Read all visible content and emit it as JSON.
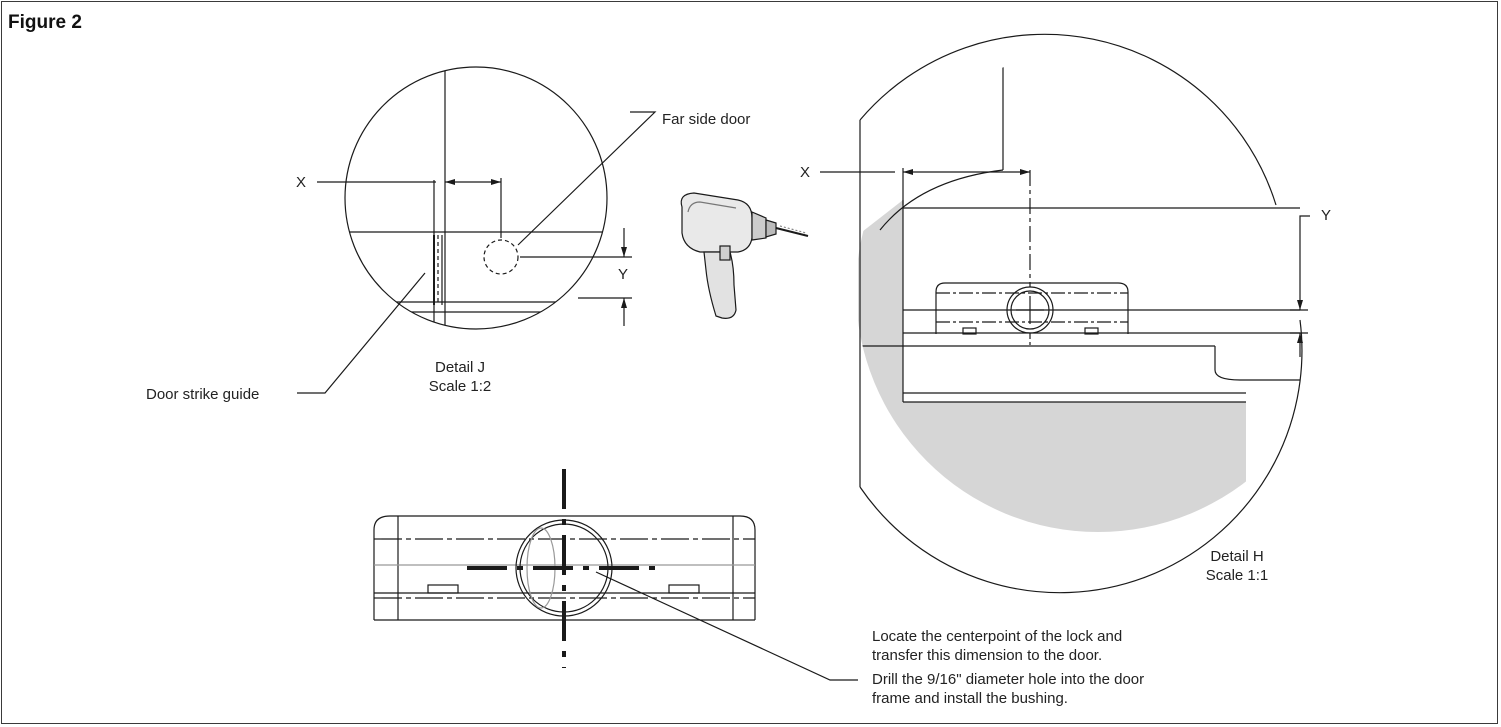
{
  "figure": {
    "title": "Figure 2",
    "labels": {
      "far_side_door": "Far side door",
      "door_strike_guide": "Door strike guide",
      "detail_j_name": "Detail J",
      "detail_j_scale": "Scale 1:2",
      "detail_h_name": "Detail H",
      "detail_h_scale": "Scale 1:1",
      "dim_x": "X",
      "dim_y": "Y",
      "instruction_1_line1": "Locate the centerpoint of the lock and",
      "instruction_1_line2": "transfer this dimension to the door.",
      "instruction_2_line1": "Drill the 9/16\" diameter hole into the door",
      "instruction_2_line2": "frame and install the bushing."
    },
    "colors": {
      "line": "#1a1a1a",
      "shade": "#d6d6d6",
      "background": "#ffffff"
    },
    "icons": [
      "drill-icon",
      "crosshair-icon",
      "bushing-icon"
    ]
  }
}
